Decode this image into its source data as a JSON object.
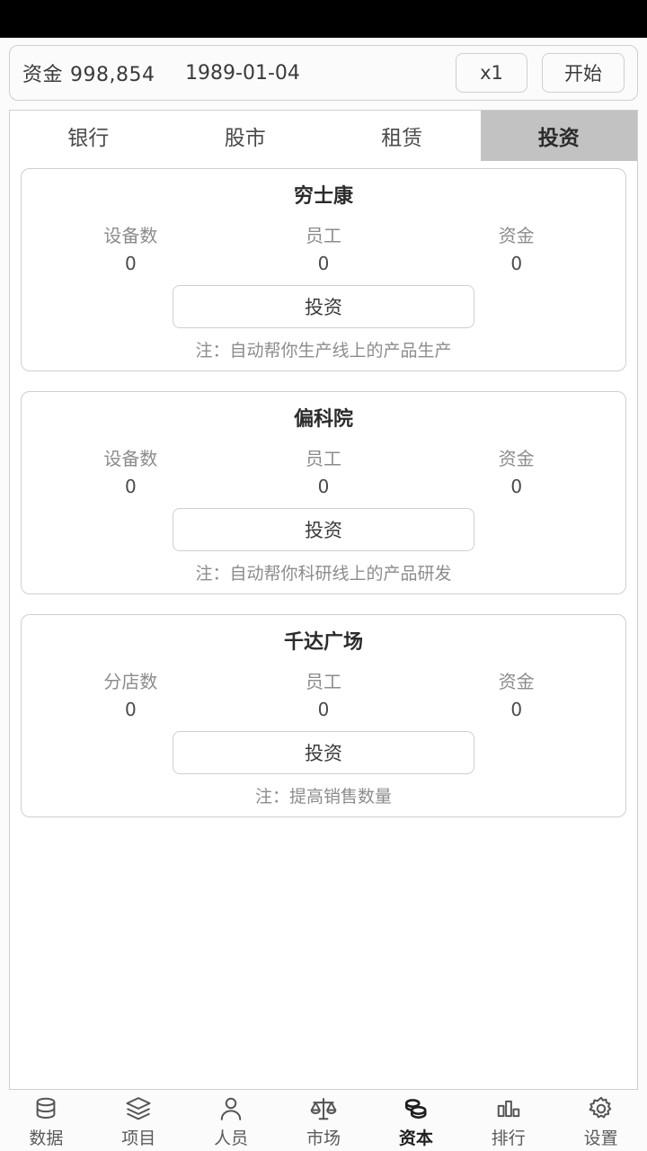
{
  "topbar": {
    "money_label": "资金",
    "money_value": "998,854",
    "date": "1989-01-04",
    "speed_label": "x1",
    "start_label": "开始"
  },
  "tabs": [
    {
      "label": "银行",
      "active": false
    },
    {
      "label": "股市",
      "active": false
    },
    {
      "label": "租赁",
      "active": false
    },
    {
      "label": "投资",
      "active": true
    }
  ],
  "cards": [
    {
      "title": "穷士康",
      "stats": [
        {
          "label": "设备数",
          "value": "0"
        },
        {
          "label": "员工",
          "value": "0"
        },
        {
          "label": "资金",
          "value": "0"
        }
      ],
      "button_label": "投资",
      "note": "注：自动帮你生产线上的产品生产"
    },
    {
      "title": "偏科院",
      "stats": [
        {
          "label": "设备数",
          "value": "0"
        },
        {
          "label": "员工",
          "value": "0"
        },
        {
          "label": "资金",
          "value": "0"
        }
      ],
      "button_label": "投资",
      "note": "注：自动帮你科研线上的产品研发"
    },
    {
      "title": "千达广场",
      "stats": [
        {
          "label": "分店数",
          "value": "0"
        },
        {
          "label": "员工",
          "value": "0"
        },
        {
          "label": "资金",
          "value": "0"
        }
      ],
      "button_label": "投资",
      "note": "注：提高销售数量"
    }
  ],
  "bottom_nav": [
    {
      "label": "数据",
      "icon": "database-icon",
      "active": false
    },
    {
      "label": "项目",
      "icon": "layers-icon",
      "active": false
    },
    {
      "label": "人员",
      "icon": "person-icon",
      "active": false
    },
    {
      "label": "市场",
      "icon": "scales-icon",
      "active": false
    },
    {
      "label": "资本",
      "icon": "coins-icon",
      "active": true
    },
    {
      "label": "排行",
      "icon": "bar-chart-icon",
      "active": false
    },
    {
      "label": "设置",
      "icon": "gear-icon",
      "active": false
    }
  ],
  "colors": {
    "accent_active_tab": "#c2c2c2",
    "border": "#cfcfcf",
    "text": "#3b3b3b",
    "muted": "#8c8c8c",
    "statusbar": "#000000"
  }
}
